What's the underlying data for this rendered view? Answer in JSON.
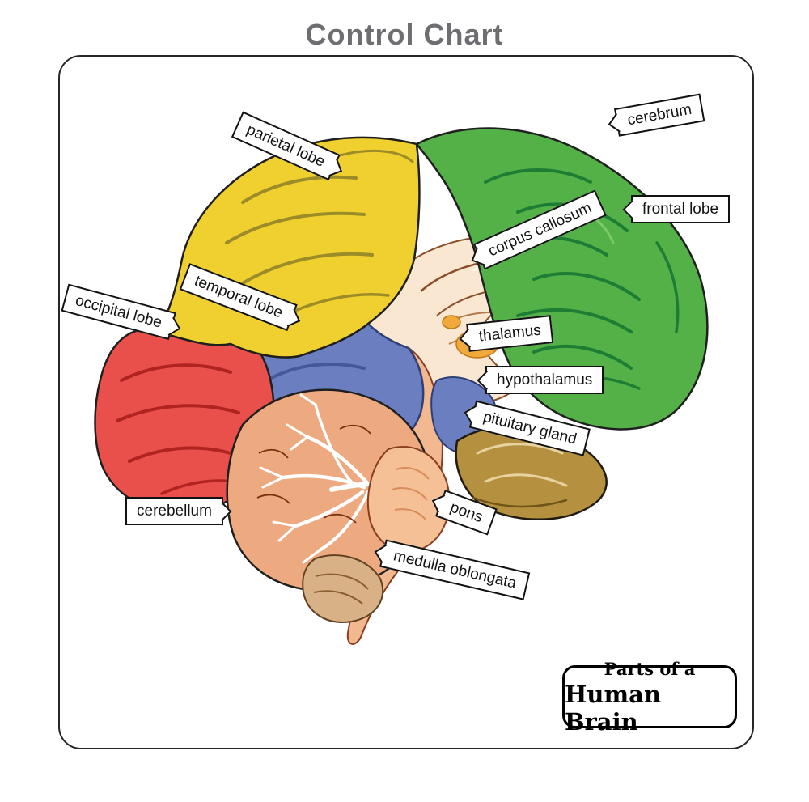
{
  "page": {
    "title": "Control Chart",
    "title_color": "#6d6e71"
  },
  "diagram": {
    "subject": "Human brain sagittal section, color-coded regions with name tags",
    "caption": {
      "line1": "Parts of a",
      "line2": "Human Brain"
    },
    "labels": [
      {
        "id": "parietal-lobe",
        "text": "parietal lobe"
      },
      {
        "id": "cerebrum",
        "text": "cerebrum"
      },
      {
        "id": "frontal-lobe",
        "text": "frontal lobe"
      },
      {
        "id": "corpus-callosum",
        "text": "corpus callosum"
      },
      {
        "id": "temporal-lobe",
        "text": "temporal lobe"
      },
      {
        "id": "occipital-lobe",
        "text": "occipital lobe"
      },
      {
        "id": "thalamus",
        "text": "thalamus"
      },
      {
        "id": "hypothalamus",
        "text": "hypothalamus"
      },
      {
        "id": "pituitary-gland",
        "text": "pituitary gland"
      },
      {
        "id": "cerebellum",
        "text": "cerebellum"
      },
      {
        "id": "pons",
        "text": "pons"
      },
      {
        "id": "medulla-oblongata",
        "text": "medulla oblongata"
      }
    ],
    "region_colors": {
      "frontal_lobe": "#54b148",
      "frontal_groove": "#1e7d35",
      "parietal_lobe": "#f0d02e",
      "parietal_groove": "#9b8c28",
      "occipital_lobe": "#e94f4b",
      "occipital_groove": "#b02320",
      "temporal_lobe": "#6b7fc0",
      "temporal_groove": "#46589b",
      "inner_surface": "#f9e7d2",
      "inner_outline": "#8a4f28",
      "cerebellum": "#edaa80",
      "arbor_vitae": "#ffffff",
      "brainstem": "#f2b88f",
      "uncus_brown": "#b5913f",
      "thalamus_spot": "#f2a93c"
    }
  }
}
